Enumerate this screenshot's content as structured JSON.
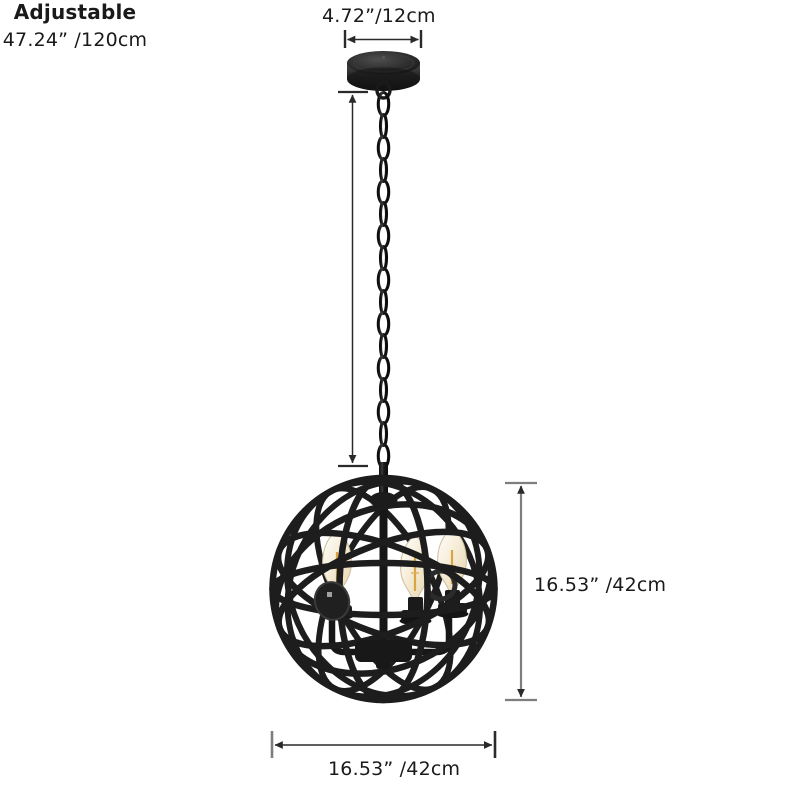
{
  "diagram": {
    "type": "product-dimension-diagram",
    "product": "orb cage chandelier",
    "background_color": "#ffffff",
    "text_color": "#1a1a1a",
    "metal_color": "#1b1b1b",
    "bulb_glass_color": "#f3e6c8",
    "filament_color": "#d9a441",
    "dimension_line_color": "#2a2a2a"
  },
  "labels": {
    "canopy_width": "4.72”/12cm",
    "adjustable_title": "Adjustable",
    "adjustable_value": "47.24” /120cm",
    "globe_height": "16.53” /42cm",
    "globe_width": "16.53” /42cm"
  },
  "measurements": [
    {
      "name": "canopy-width",
      "orientation": "horizontal",
      "value_inch": 4.72,
      "value_cm": 12,
      "display": "4.72”/12cm"
    },
    {
      "name": "chain-drop-adjustable",
      "orientation": "vertical",
      "value_inch": 47.24,
      "value_cm": 120,
      "display": "47.24” /120cm",
      "note": "Adjustable"
    },
    {
      "name": "globe-height",
      "orientation": "vertical",
      "value_inch": 16.53,
      "value_cm": 42,
      "display": "16.53” /42cm"
    },
    {
      "name": "globe-width",
      "orientation": "horizontal",
      "value_inch": 16.53,
      "value_cm": 42,
      "display": "16.53” /42cm"
    }
  ],
  "fixture": {
    "canopy": "round ceiling canopy disc",
    "chain": "oval link hanging chain",
    "cage": "spherical open metal orb cage",
    "bulb_count": 3,
    "bulb_style": "candle flame filament bulb"
  }
}
